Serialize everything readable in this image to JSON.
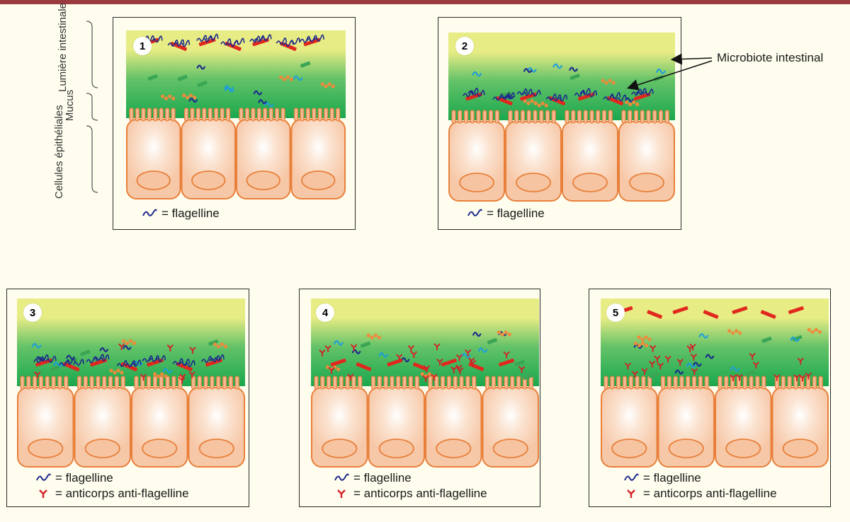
{
  "colors": {
    "lumen": "#e8ec84",
    "mucus": "#1aa84e",
    "cell_fill": "#f7c8a8",
    "cell_edge": "#e8803a",
    "bacteria_red": "#e0281e",
    "flagellin": "#1d2a8c",
    "antibody": "#d42028",
    "frame": "#2a2a2a"
  },
  "layer_labels": {
    "lumen": "Lumière intestinale",
    "mucus": "Mucus",
    "epithelium": "Cellules épithéliales"
  },
  "callout": "Microbiote intestinal",
  "legend": {
    "flagellin": "= flagelline",
    "antibody": "= anticorps anti-flagelline"
  },
  "panels": [
    {
      "number": "1",
      "bacteria_zone": "lumen",
      "antibodies": "none"
    },
    {
      "number": "2",
      "bacteria_zone": "mucus",
      "antibodies": "none"
    },
    {
      "number": "3",
      "bacteria_zone": "mucus",
      "antibodies": "few"
    },
    {
      "number": "4",
      "bacteria_zone": "mucus",
      "antibodies": "many",
      "flagellin_on_bacteria": false
    },
    {
      "number": "5",
      "bacteria_zone": "lumen",
      "antibodies": "many",
      "flagellin_on_bacteria": false
    }
  ],
  "icons": [
    "flagellin-icon",
    "antibody-icon",
    "bacterium-rod-icon",
    "arrow-icon"
  ]
}
